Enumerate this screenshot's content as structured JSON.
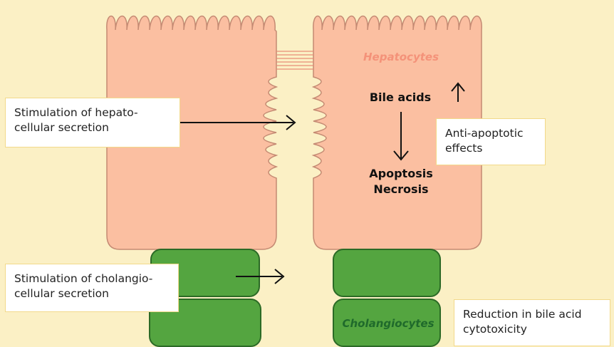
{
  "diagram": {
    "colors": {
      "background": "#fbf0c5",
      "hepatocyte_fill": "#fbbfa1",
      "hepatocyte_stroke": "#c48a73",
      "hepatocyte_label": "#f49279",
      "cholangiocyte_fill": "#54a540",
      "cholangiocyte_stroke": "#2b6a26",
      "cholangiocyte_label": "#1f6a2b",
      "callout_border": "#f2d98a"
    },
    "cells": {
      "hepatocytes_label": "Hepatocytes",
      "cholangiocytes_label": "Cholangiocytes"
    },
    "labels": {
      "bile_acids": "Bile acids",
      "apoptosis": "Apoptosis",
      "necrosis": "Necrosis"
    },
    "callouts": {
      "hepatocellular": {
        "line1": "Stimulation of hepato-",
        "line2": "cellular secretion"
      },
      "cholangiocellular": {
        "line1": "Stimulation of cholangio-",
        "line2": "cellular secretion"
      },
      "anti_apoptotic": {
        "line1": "Anti-apoptotic",
        "line2": "effects"
      },
      "cytotoxicity": {
        "line1": "Reduction in bile acid",
        "line2": "cytotoxicity"
      }
    }
  }
}
